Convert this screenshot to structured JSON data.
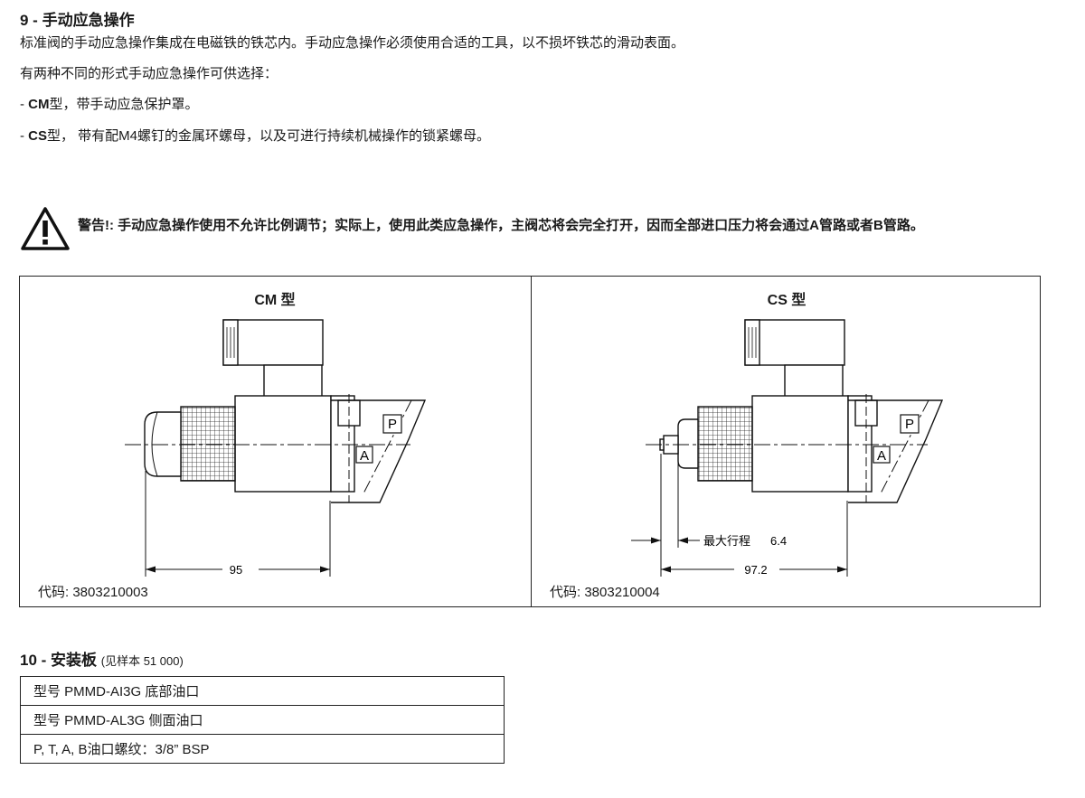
{
  "section9": {
    "number": "9 -",
    "title": "手动应急操作",
    "para1": "标准阀的手动应急操作集成在电磁铁的铁芯内。手动应急操作必须使用合适的工具，以不损坏铁芯的滑动表面。",
    "para2": "有两种不同的形式手动应急操作可供选择：",
    "item1_prefix": "- ",
    "item1_bold": "CM",
    "item1_text": "型，带手动应急保护罩。",
    "item2_prefix": "- ",
    "item2_bold": "CS",
    "item2_text": "型， 带有配M4螺钉的金属环螺母，以及可进行持续机械操作的锁紧螺母。"
  },
  "warning": {
    "icon": "warning-triangle-icon",
    "text": "警告!: 手动应急操作使用不允许比例调节；实际上，使用此类应急操作，主阀芯将会完全打开，因而全部进口压力将会通过A管路或者B管路。"
  },
  "figures": {
    "cm": {
      "title": "CM 型",
      "port_p": "P",
      "port_a": "A",
      "dim": "95",
      "code": "代码: 3803210003"
    },
    "cs": {
      "title": "CS 型",
      "port_p": "P",
      "port_a": "A",
      "stroke_label": "最大行程",
      "stroke_value": "6.4",
      "dim": "97.2",
      "code": "代码: 3803210004"
    }
  },
  "section10": {
    "number": "10 -",
    "title": "安装板",
    "note": "(见样本 51 000)",
    "rows": [
      "型号 PMMD-AI3G 底部油口",
      "型号 PMMD-AL3G 侧面油口",
      "P, T, A, B油口螺纹：3/8” BSP"
    ]
  }
}
